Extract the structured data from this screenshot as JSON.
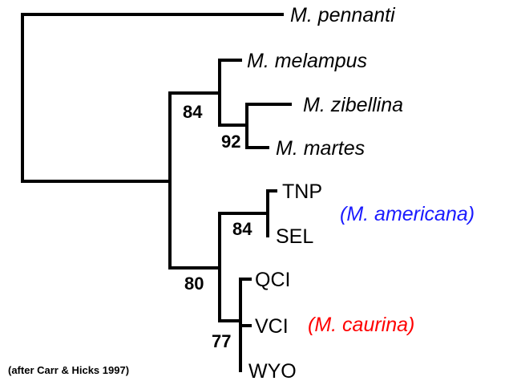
{
  "taxa": {
    "pennanti": "M. pennanti",
    "melampus": "M. melampus",
    "zibellina": "M. zibellina",
    "martes": "M. martes",
    "tnp": "TNP",
    "sel": "SEL",
    "qci": "QCI",
    "vci": "VCI",
    "wyo": "WYO"
  },
  "support_values": {
    "melampus_clade": "84",
    "zibellina_martes": "92",
    "tnp_sel": "84",
    "american_clade": "80",
    "caurina_clade": "77"
  },
  "groups": {
    "americana": {
      "label": "(M. americana)",
      "color": "#1a1aff"
    },
    "caurina": {
      "label": "(M. caurina)",
      "color": "#ff0000"
    }
  },
  "citation": "(after Carr & Hicks 1997)"
}
